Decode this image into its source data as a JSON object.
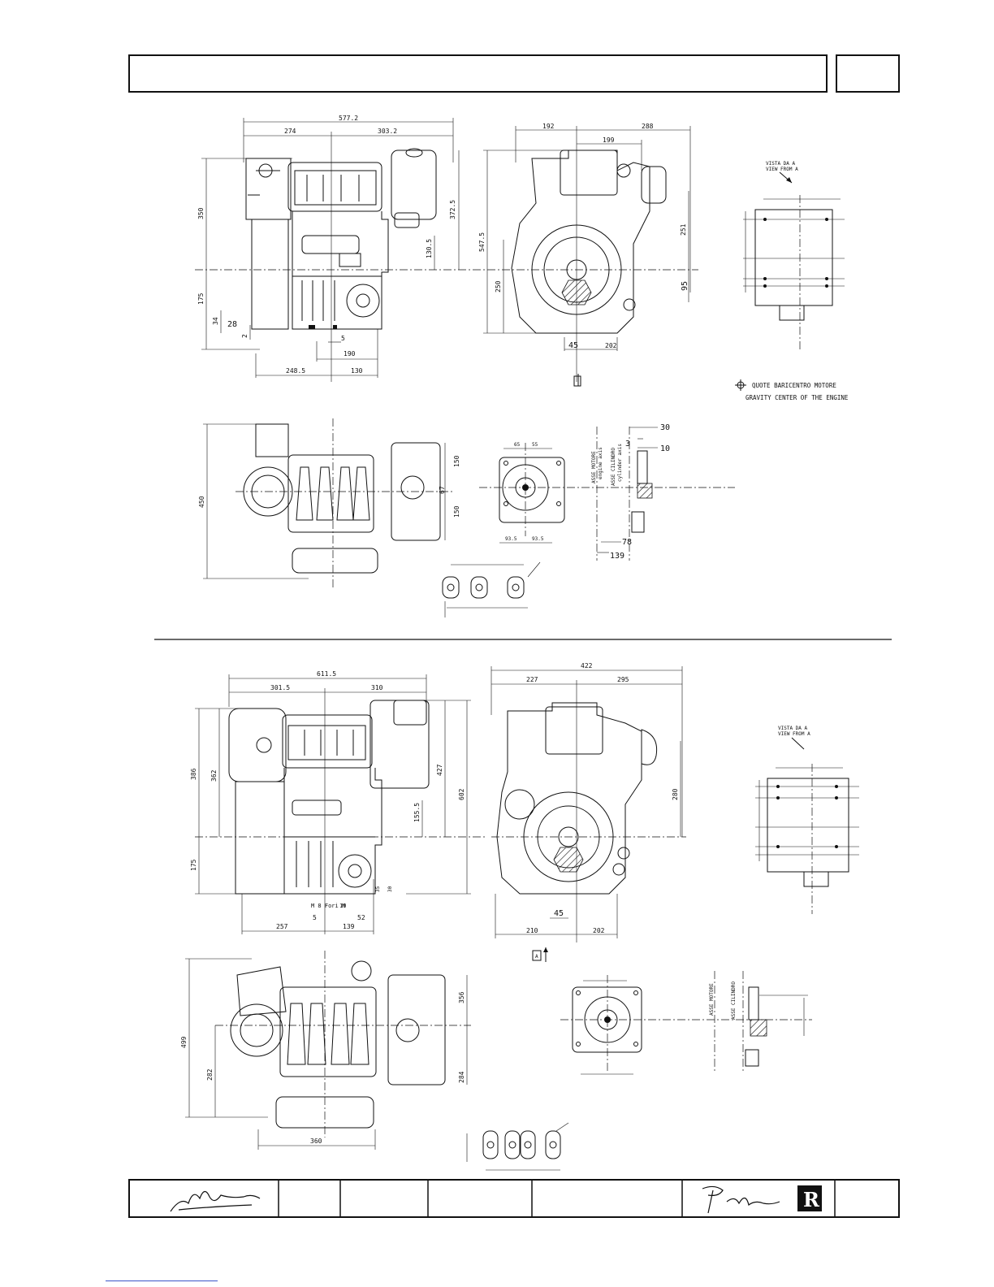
{
  "top_view1_dims": {
    "overall_width": "577.2",
    "left_width": "274",
    "right_width": "303.2",
    "height_upper": "350",
    "height_lower": "175",
    "d_34": "34",
    "d_28": "28",
    "d_2": "2",
    "d_372_5": "372.5",
    "d_130_5": "130.5",
    "d_5": "5",
    "d_190": "190",
    "d_248_5": "248.5",
    "d_130": "130"
  },
  "side_view1_dims": {
    "d_192": "192",
    "d_288": "288",
    "d_199": "199",
    "d_547_5": "547.5",
    "d_250": "250",
    "d_251": "251",
    "d_95": "95",
    "d_45": "45",
    "d_202": "202"
  },
  "view_from_a_label": "VISTA DA A\nVIEW FROM A",
  "legend": {
    "line1": "QUOTE BARICENTRO MOTORE",
    "line2": "GRAVITY CENTER OF THE ENGINE"
  },
  "plan_view1_dims": {
    "d_450": "450",
    "d_150a": "150",
    "d_150b": "150",
    "d_67": "67"
  },
  "flange1_dims": {
    "d_65": "65",
    "d_55": "55",
    "d_93_5a": "93.5",
    "d_93_5b": "93.5",
    "d_30": "30",
    "d_3": "3",
    "d_10": "10",
    "d_78": "78",
    "d_139": "139",
    "axis_engine": "ASSE MOTORE",
    "axis_engine_en": "engine axis",
    "axis_cyl": "ASSE CILINDRO",
    "axis_cyl_en": "cylinder axis"
  },
  "top_view2_dims": {
    "overall_width": "611.5",
    "left_width": "301.5",
    "right_width": "310",
    "h_386": "386",
    "h_362": "362",
    "h_175": "175",
    "h_427": "427",
    "h_155_5": "155.5",
    "h_602": "602",
    "d_35": "35",
    "d_30": "30",
    "d_thread": "M 8 Fori M",
    "d_10": "10",
    "d_5": "5",
    "d_52": "52",
    "d_257": "257",
    "d_139": "139"
  },
  "side_view2_dims": {
    "d_422": "422",
    "d_227": "227",
    "d_295": "295",
    "d_280": "280",
    "d_45": "45",
    "d_210": "210",
    "d_202": "202",
    "arrow_label": "A"
  },
  "plan_view2_dims": {
    "d_499": "499",
    "d_282": "282",
    "d_356": "356",
    "d_284": "284",
    "d_360": "360"
  },
  "title_block": {
    "signature_left": "signature-left",
    "signature_right": "signature-right",
    "logo_letter": "R"
  }
}
